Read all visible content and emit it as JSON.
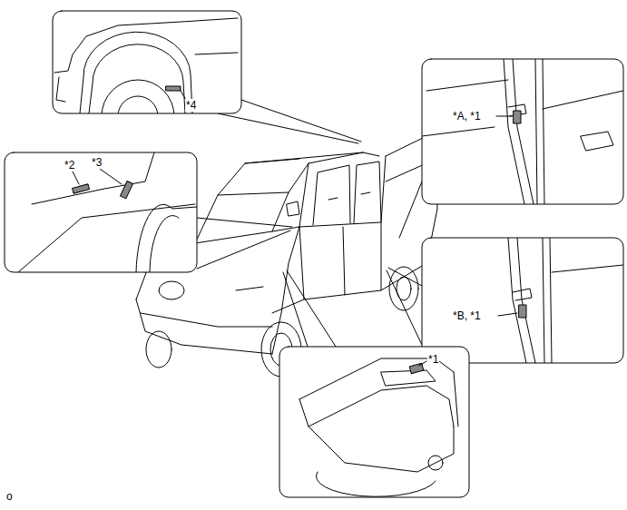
{
  "diagram": {
    "labels": [
      "*4",
      "*2",
      "*3",
      "*A, *1",
      "*B, *1",
      "*1",
      "o"
    ]
  }
}
